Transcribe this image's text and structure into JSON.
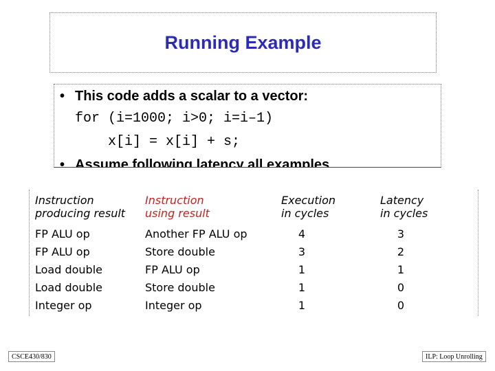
{
  "slide": {
    "title": "Running Example",
    "bullets": [
      "This code adds a scalar to a vector:",
      "Assume following latency all examples"
    ],
    "code": [
      "for (i=1000; i>0; i=i–1)",
      "x[i] = x[i] + s;"
    ]
  },
  "table": {
    "headers": [
      [
        "Instruction",
        "producing result"
      ],
      [
        "Instruction",
        "using result"
      ],
      [
        "Execution",
        "in cycles"
      ],
      [
        "Latency",
        "in cycles"
      ]
    ],
    "rows": [
      [
        "FP ALU op",
        "Another FP ALU op",
        "4",
        "3"
      ],
      [
        "FP ALU op",
        "Store double",
        "3",
        "2"
      ],
      [
        "Load double",
        "FP ALU op",
        "1",
        "1"
      ],
      [
        "Load double",
        "Store double",
        "1",
        "0"
      ],
      [
        "Integer op",
        "Integer op",
        "1",
        "0"
      ]
    ]
  },
  "footer": {
    "left": "CSCE430/830",
    "right": "ILP: Loop Unrolling"
  },
  "colors": {
    "title": "#2b2bb5",
    "using_result_header": "#c81e1e"
  }
}
